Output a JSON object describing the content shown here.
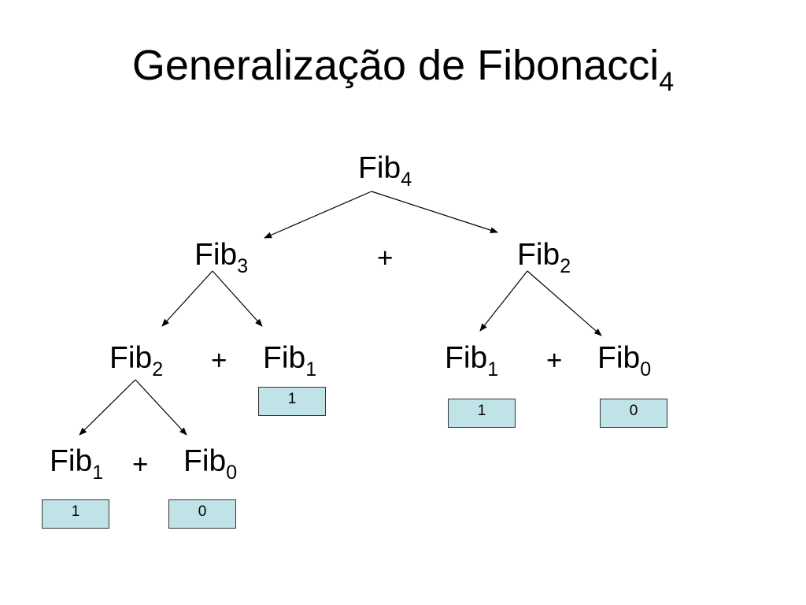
{
  "title": {
    "text": "Generalização de Fibonacci",
    "subscript": "4"
  },
  "tree": {
    "root": {
      "label": "Fib",
      "sub": "4"
    },
    "level1": {
      "left": {
        "label": "Fib",
        "sub": "3"
      },
      "op": "+",
      "right": {
        "label": "Fib",
        "sub": "2"
      }
    },
    "level2_left": {
      "left": {
        "label": "Fib",
        "sub": "2"
      },
      "op": "+",
      "right": {
        "label": "Fib",
        "sub": "1",
        "value": "1"
      }
    },
    "level2_right": {
      "left": {
        "label": "Fib",
        "sub": "1",
        "value": "1"
      },
      "op": "+",
      "right": {
        "label": "Fib",
        "sub": "0",
        "value": "0"
      }
    },
    "level3": {
      "left": {
        "label": "Fib",
        "sub": "1",
        "value": "1"
      },
      "op": "+",
      "right": {
        "label": "Fib",
        "sub": "0",
        "value": "0"
      }
    }
  },
  "colors": {
    "box_fill": "#bfe3e6",
    "box_border": "#333333",
    "text": "#000000"
  }
}
